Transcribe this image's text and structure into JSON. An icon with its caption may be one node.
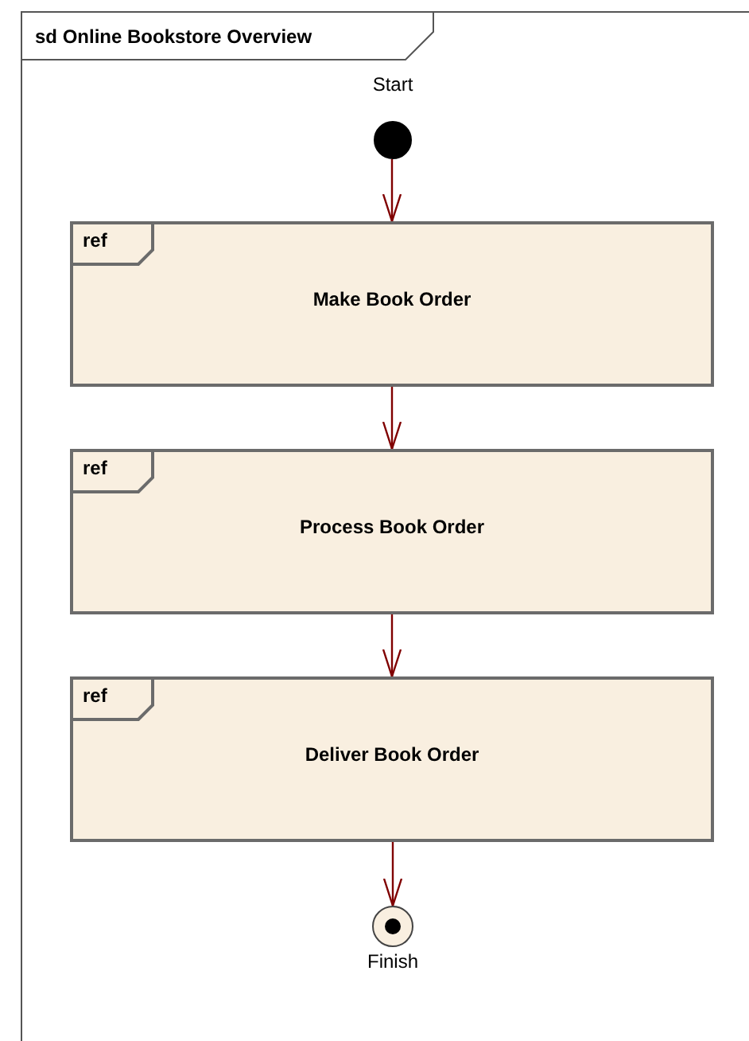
{
  "diagram": {
    "nodes": [
      {
        "text": [
          "sd Online Bookstore Overview"
        ]
      },
      {
        "text": [],
        "shape": "circle",
        "beside": [
          "Start"
        ],
        "in": 0
      },
      {
        "text": [
          "ref",
          "Make Book Order"
        ],
        "in": 0
      },
      {
        "text": [
          "ref",
          "Process Book Order"
        ],
        "in": 0
      },
      {
        "text": [
          "ref",
          "Deliver Book Order"
        ],
        "in": 0
      },
      {
        "text": [],
        "shape": "circle",
        "beside": [
          "Finish"
        ],
        "in": 0
      }
    ],
    "edges": [
      {
        "from": 1,
        "to": 2,
        "arrow": "to"
      },
      {
        "from": 2,
        "to": 3,
        "arrow": "to"
      },
      {
        "from": 3,
        "to": 4,
        "arrow": "to"
      },
      {
        "from": 4,
        "to": 5,
        "arrow": "to"
      }
    ]
  }
}
